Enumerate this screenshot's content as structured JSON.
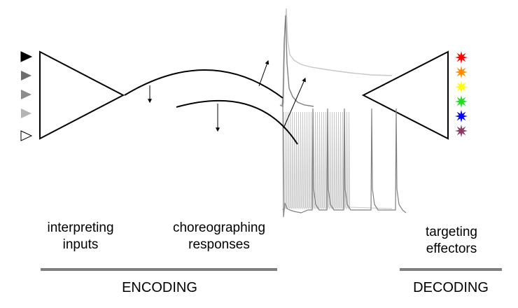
{
  "labels": {
    "interpreting_line1": "interpreting",
    "interpreting_line2": "inputs",
    "choreographing_line1": "choreographing",
    "choreographing_line2": "responses",
    "targeting_line1": "targeting",
    "targeting_line2": "effectors"
  },
  "sections": {
    "encoding": "ENCODING",
    "decoding": "DECODING"
  },
  "colors": {
    "input_markers": [
      "#000000",
      "#6e6e6e",
      "#8c8c8c",
      "#b4b4b4",
      "#ffffff"
    ],
    "effector_stars": [
      "#ff0000",
      "#ff8c00",
      "#ffff00",
      "#22dd22",
      "#0000ff",
      "#8b3a62"
    ],
    "section_rule": "#7f7f7f",
    "trace_dark": "#808080",
    "trace_light": "#c8c8c8"
  },
  "icons": {
    "input_marker": "triangle-play-icon",
    "effector": "star-burst-icon"
  }
}
